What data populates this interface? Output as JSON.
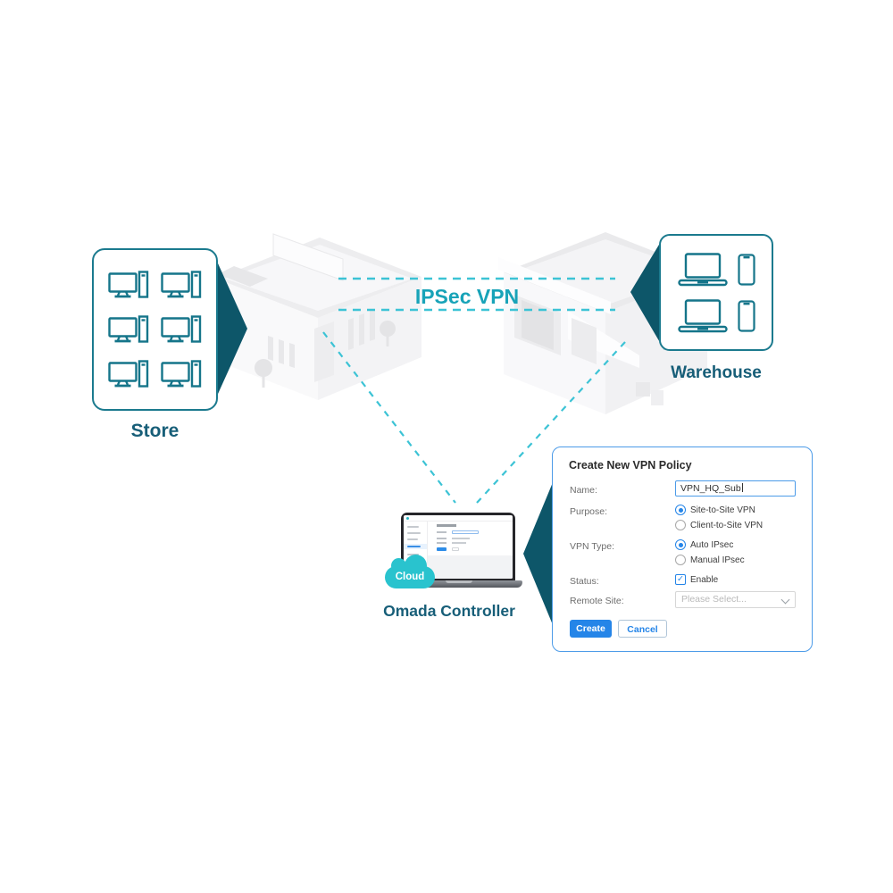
{
  "colors": {
    "teal_border": "#1b7a8e",
    "dark_teal_pointer": "#0d5669",
    "cyan_dash": "#3cc3d5",
    "ipsec_text": "#18a3b8",
    "label_text": "#175e78",
    "cloud_badge": "#29c3ce",
    "dialog_border": "#4c9be8",
    "primary_blue": "#2585e8"
  },
  "diagram": {
    "ipsec_label": "IPSec VPN",
    "store_label": "Store",
    "warehouse_label": "Warehouse",
    "controller_label": "Omada Controller",
    "cloud_badge": "Cloud"
  },
  "dialog": {
    "title": "Create New VPN Policy",
    "name_label": "Name:",
    "name_value": "VPN_HQ_Sub",
    "purpose_label": "Purpose:",
    "purpose_options": [
      "Site-to-Site VPN",
      "Client-to-Site VPN"
    ],
    "purpose_selected": "Site-to-Site VPN",
    "vpn_type_label": "VPN Type:",
    "vpn_type_options": [
      "Auto IPsec",
      "Manual IPsec"
    ],
    "vpn_type_selected": "Auto IPsec",
    "status_label": "Status:",
    "status_checkbox_label": "Enable",
    "status_checked": true,
    "checkmark_glyph": "✓",
    "remote_site_label": "Remote Site:",
    "remote_site_placeholder": "Please Select...",
    "create_button": "Create",
    "cancel_button": "Cancel"
  }
}
